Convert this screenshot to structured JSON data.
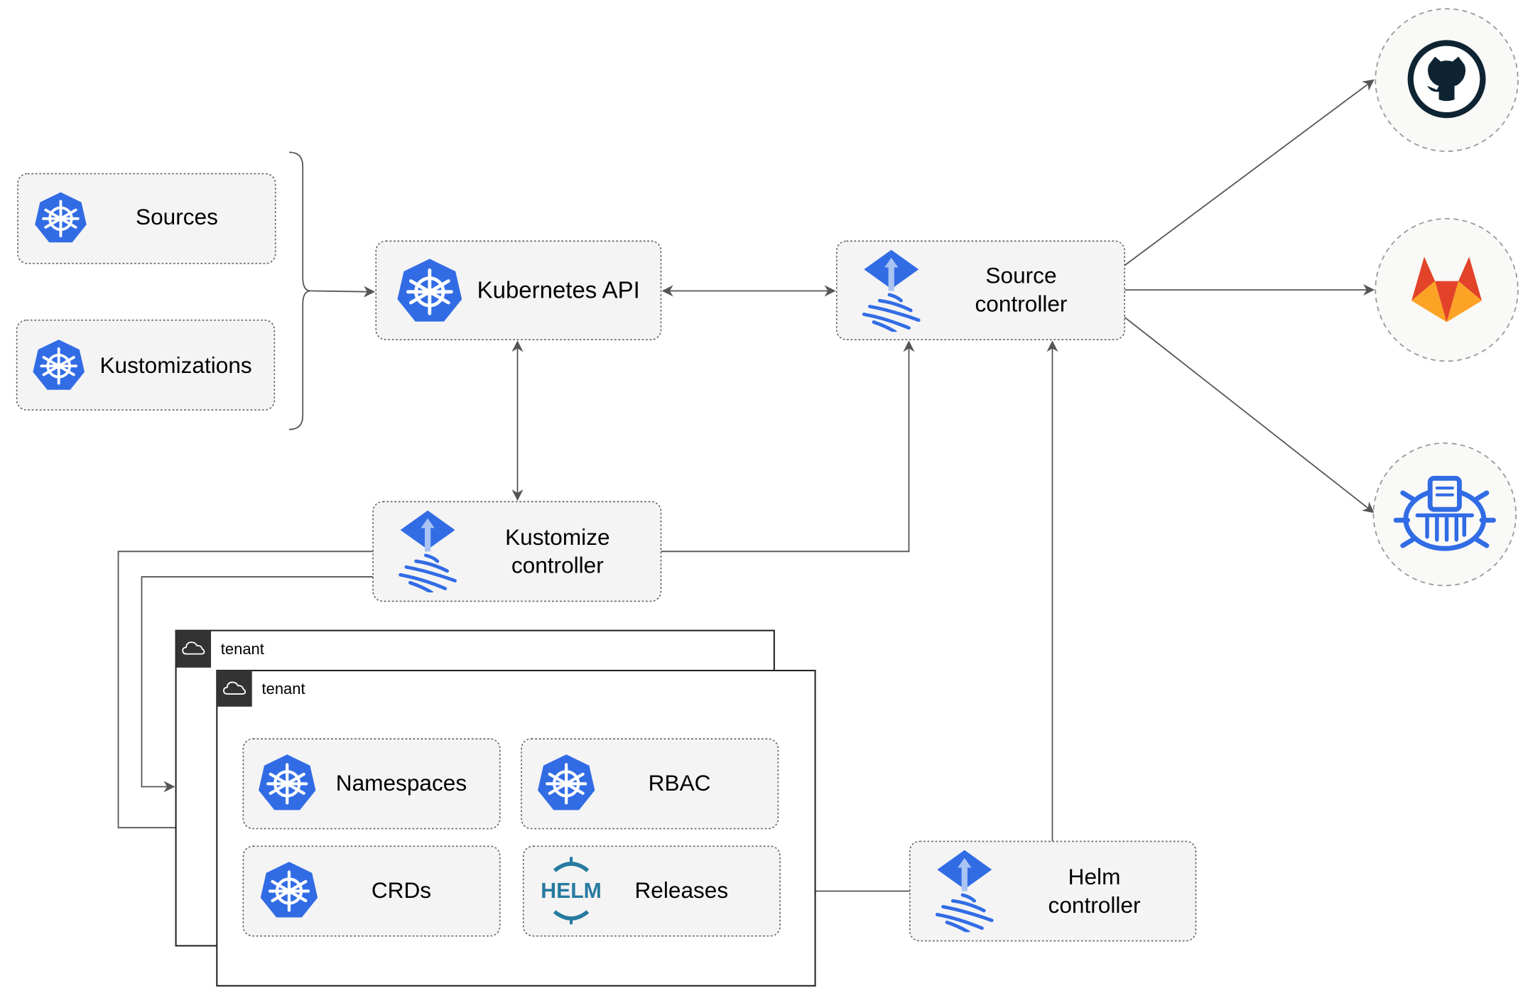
{
  "nodes": {
    "sources": {
      "label": "Sources",
      "icon": "kubernetes-icon"
    },
    "kustomizations": {
      "label": "Kustomizations",
      "icon": "kubernetes-icon"
    },
    "kubernetes_api": {
      "label": "Kubernetes API",
      "icon": "kubernetes-icon"
    },
    "source_controller": {
      "line1": "Source",
      "line2": "controller",
      "icon": "flux-icon"
    },
    "kustomize_controller": {
      "line1": "Kustomize",
      "line2": "controller",
      "icon": "flux-icon"
    },
    "helm_controller": {
      "line1": "Helm",
      "line2": "controller",
      "icon": "flux-icon"
    },
    "namespaces": {
      "label": "Namespaces",
      "icon": "kubernetes-icon"
    },
    "rbac": {
      "label": "RBAC",
      "icon": "kubernetes-icon"
    },
    "crds": {
      "label": "CRDs",
      "icon": "kubernetes-icon"
    },
    "releases": {
      "label": "Releases",
      "icon": "helm-icon",
      "logo_text": "HELM"
    }
  },
  "tenants": [
    {
      "label": "tenant",
      "icon": "cloud-icon"
    },
    {
      "label": "tenant",
      "icon": "cloud-icon"
    }
  ],
  "external_sources": [
    "github-icon",
    "gitlab-icon",
    "bucket-icon"
  ],
  "colors": {
    "kubernetes_blue": "#326ce5",
    "flux_blue": "#3371e3",
    "github_dark": "#0f2433",
    "gitlab_orange": "#e24329",
    "gitlab_light": "#fca326",
    "helm_blue": "#277a9f",
    "tenant_header": "#333333"
  }
}
